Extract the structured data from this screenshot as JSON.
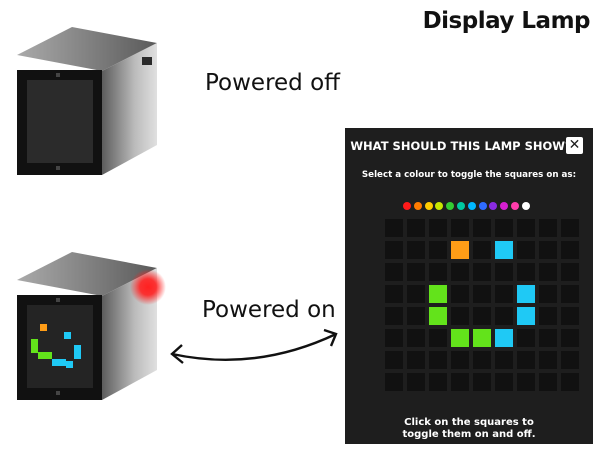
{
  "page": {
    "title": "Display Lamp"
  },
  "captions": {
    "off": "Powered off",
    "on": "Powered on"
  },
  "dialog": {
    "title": "WHAT SHOULD THIS LAMP SHOW?",
    "close_icon": "close-icon",
    "subtitle": "Select a colour to toggle the squares on as:",
    "palette": [
      "#ff1a1a",
      "#ff7b00",
      "#ffcc00",
      "#c8e600",
      "#33cc33",
      "#00c9a0",
      "#00b7ff",
      "#2f6bff",
      "#8a2be2",
      "#d51fd0",
      "#ff3cac",
      "#ffffff"
    ],
    "footer_line1": "Click on the squares to",
    "footer_line2": "toggle them on and off.",
    "grid": {
      "rows": 8,
      "cols": 9,
      "lit": [
        {
          "row": 1,
          "col": 3,
          "color": "#ff9d17"
        },
        {
          "row": 1,
          "col": 5,
          "color": "#1fc9f5"
        },
        {
          "row": 3,
          "col": 2,
          "color": "#63e31b"
        },
        {
          "row": 3,
          "col": 6,
          "color": "#1fc9f5"
        },
        {
          "row": 4,
          "col": 2,
          "color": "#63e31b"
        },
        {
          "row": 4,
          "col": 6,
          "color": "#1fc9f5"
        },
        {
          "row": 5,
          "col": 3,
          "color": "#63e31b"
        },
        {
          "row": 5,
          "col": 4,
          "color": "#63e31b"
        },
        {
          "row": 5,
          "col": 5,
          "color": "#1fc9f5"
        }
      ]
    }
  },
  "lamps": {
    "off": {
      "state": "off"
    },
    "on": {
      "state": "on",
      "indicator_color": "#ff1a1a"
    }
  }
}
